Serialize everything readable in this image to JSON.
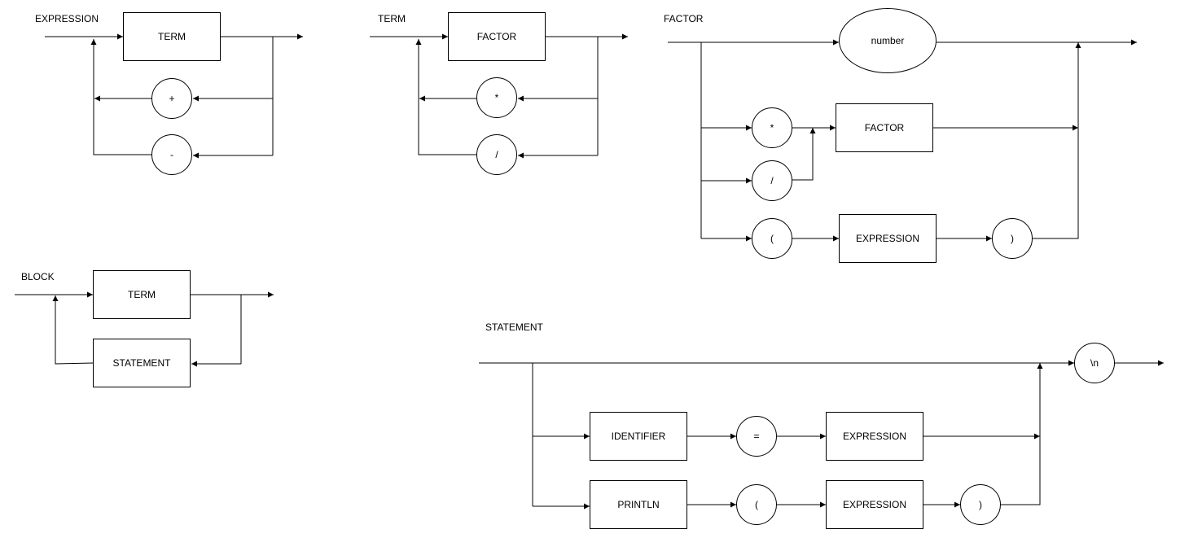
{
  "diagrams": {
    "expression": {
      "title": "EXPRESSION",
      "term": "TERM",
      "plus": "+",
      "minus": "-"
    },
    "term": {
      "title": "TERM",
      "factor": "FACTOR",
      "times": "*",
      "divide": "/"
    },
    "factor": {
      "title": "FACTOR",
      "number": "number",
      "times": "*",
      "divide": "/",
      "factor": "FACTOR",
      "lparen": "(",
      "expression": "EXPRESSION",
      "rparen": ")"
    },
    "block": {
      "title": "BLOCK",
      "term": "TERM",
      "statement": "STATEMENT"
    },
    "statement": {
      "title": "STATEMENT",
      "newline": "\\n",
      "identifier": "IDENTIFIER",
      "equals": "=",
      "expression1": "EXPRESSION",
      "println": "PRINTLN",
      "lparen": "(",
      "expression2": "EXPRESSION",
      "rparen": ")"
    }
  }
}
